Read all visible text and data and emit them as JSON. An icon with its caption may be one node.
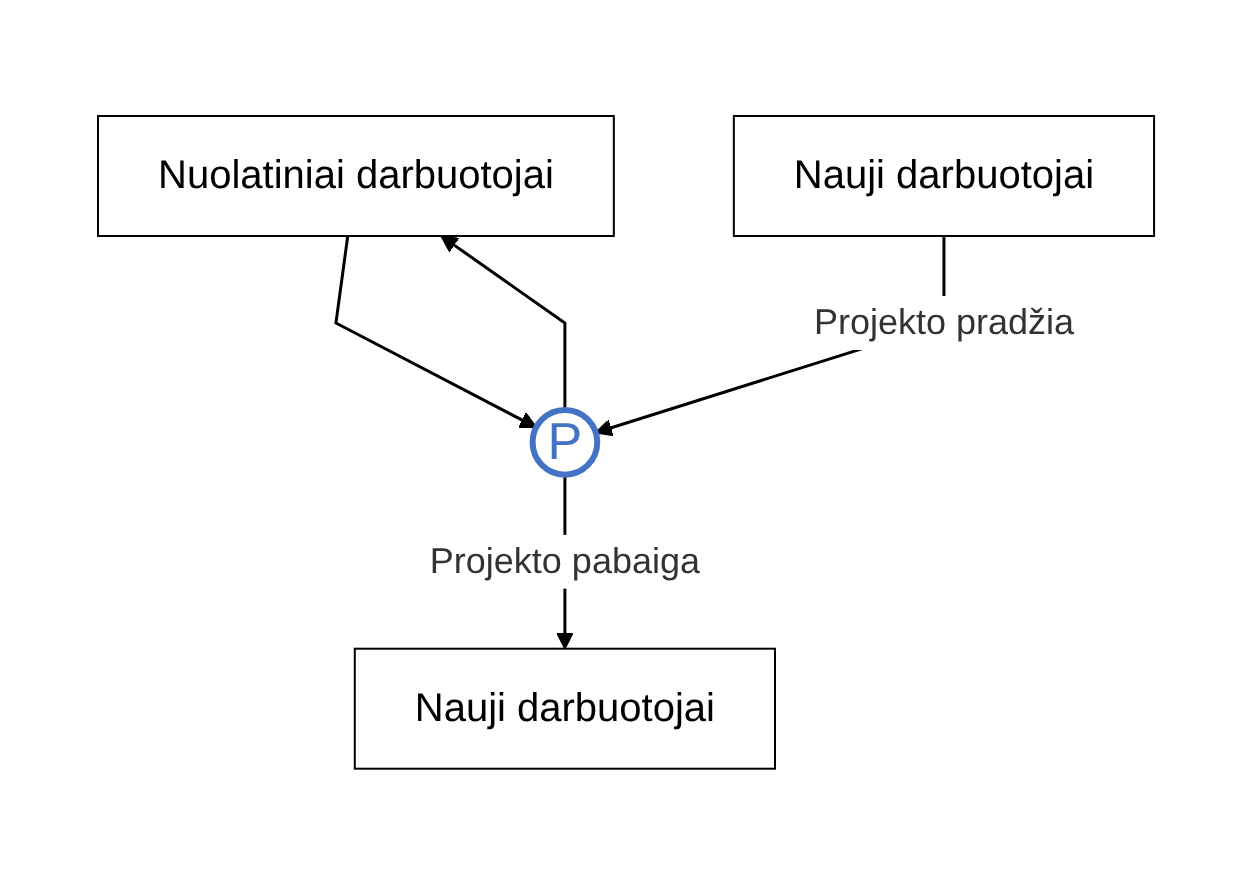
{
  "diagram": {
    "nodes": [
      {
        "text": [
          "Nuolatiniai darbuotojai"
        ]
      },
      {
        "text": [
          "P"
        ]
      },
      {
        "text": [
          "Nauji darbuotojai"
        ]
      },
      {
        "text": [
          "Nauji darbuotojai"
        ]
      }
    ],
    "edges": [
      {
        "from": 0,
        "to": 1,
        "arrow": "to"
      },
      {
        "from": 1,
        "to": 0,
        "arrow": "to"
      },
      {
        "from": 2,
        "to": 1,
        "arrow": "to",
        "label": "Projekto pradžia"
      },
      {
        "from": 1,
        "to": 3,
        "arrow": "to",
        "label": "Projekto pabaiga"
      }
    ]
  }
}
